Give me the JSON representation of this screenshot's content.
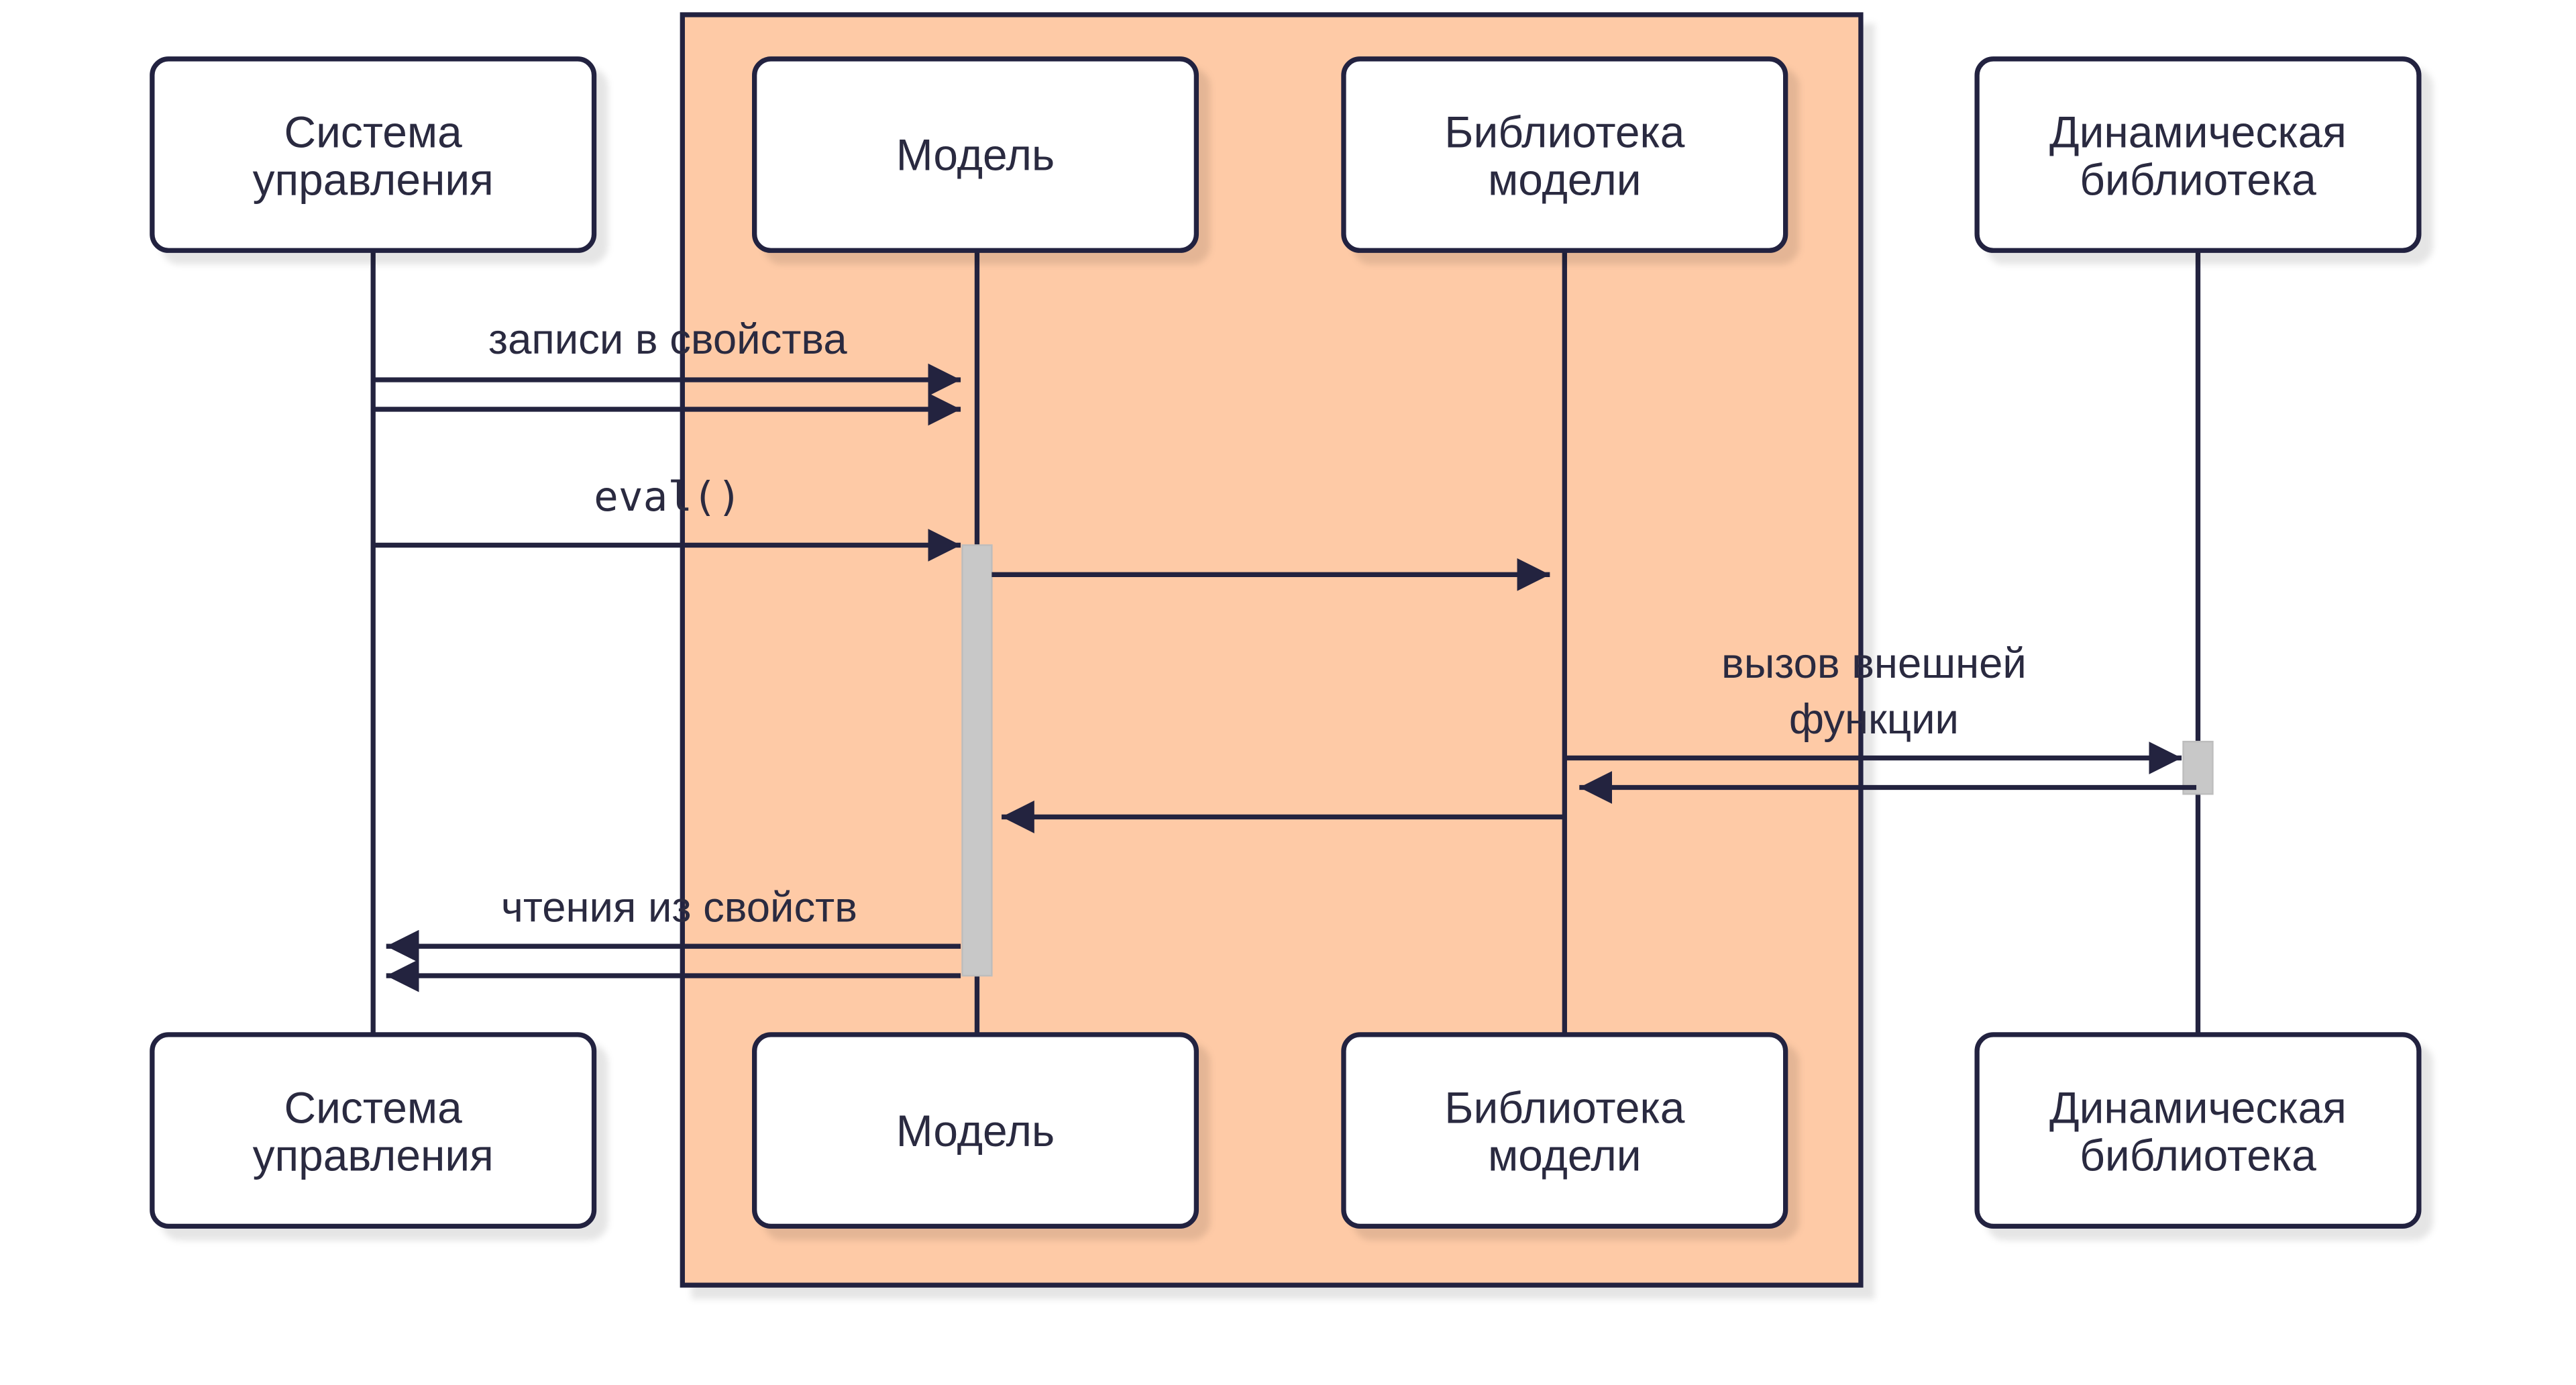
{
  "participants": {
    "control": {
      "line1": "Система",
      "line2": "управления"
    },
    "model": {
      "label": "Модель"
    },
    "modelLib": {
      "line1": "Библиотека",
      "line2": "модели"
    },
    "dynLib": {
      "line1": "Динамическая",
      "line2": "библиотека"
    }
  },
  "messages": {
    "writes": "записи в свойства",
    "eval": "eval()",
    "externalCall1": "вызов внешней",
    "externalCall2": "функции",
    "reads": "чтения из свойств"
  },
  "colors": {
    "boundary_fill": "#fecaa6",
    "stroke": "#23233f",
    "activation": "#c8c8c8"
  }
}
